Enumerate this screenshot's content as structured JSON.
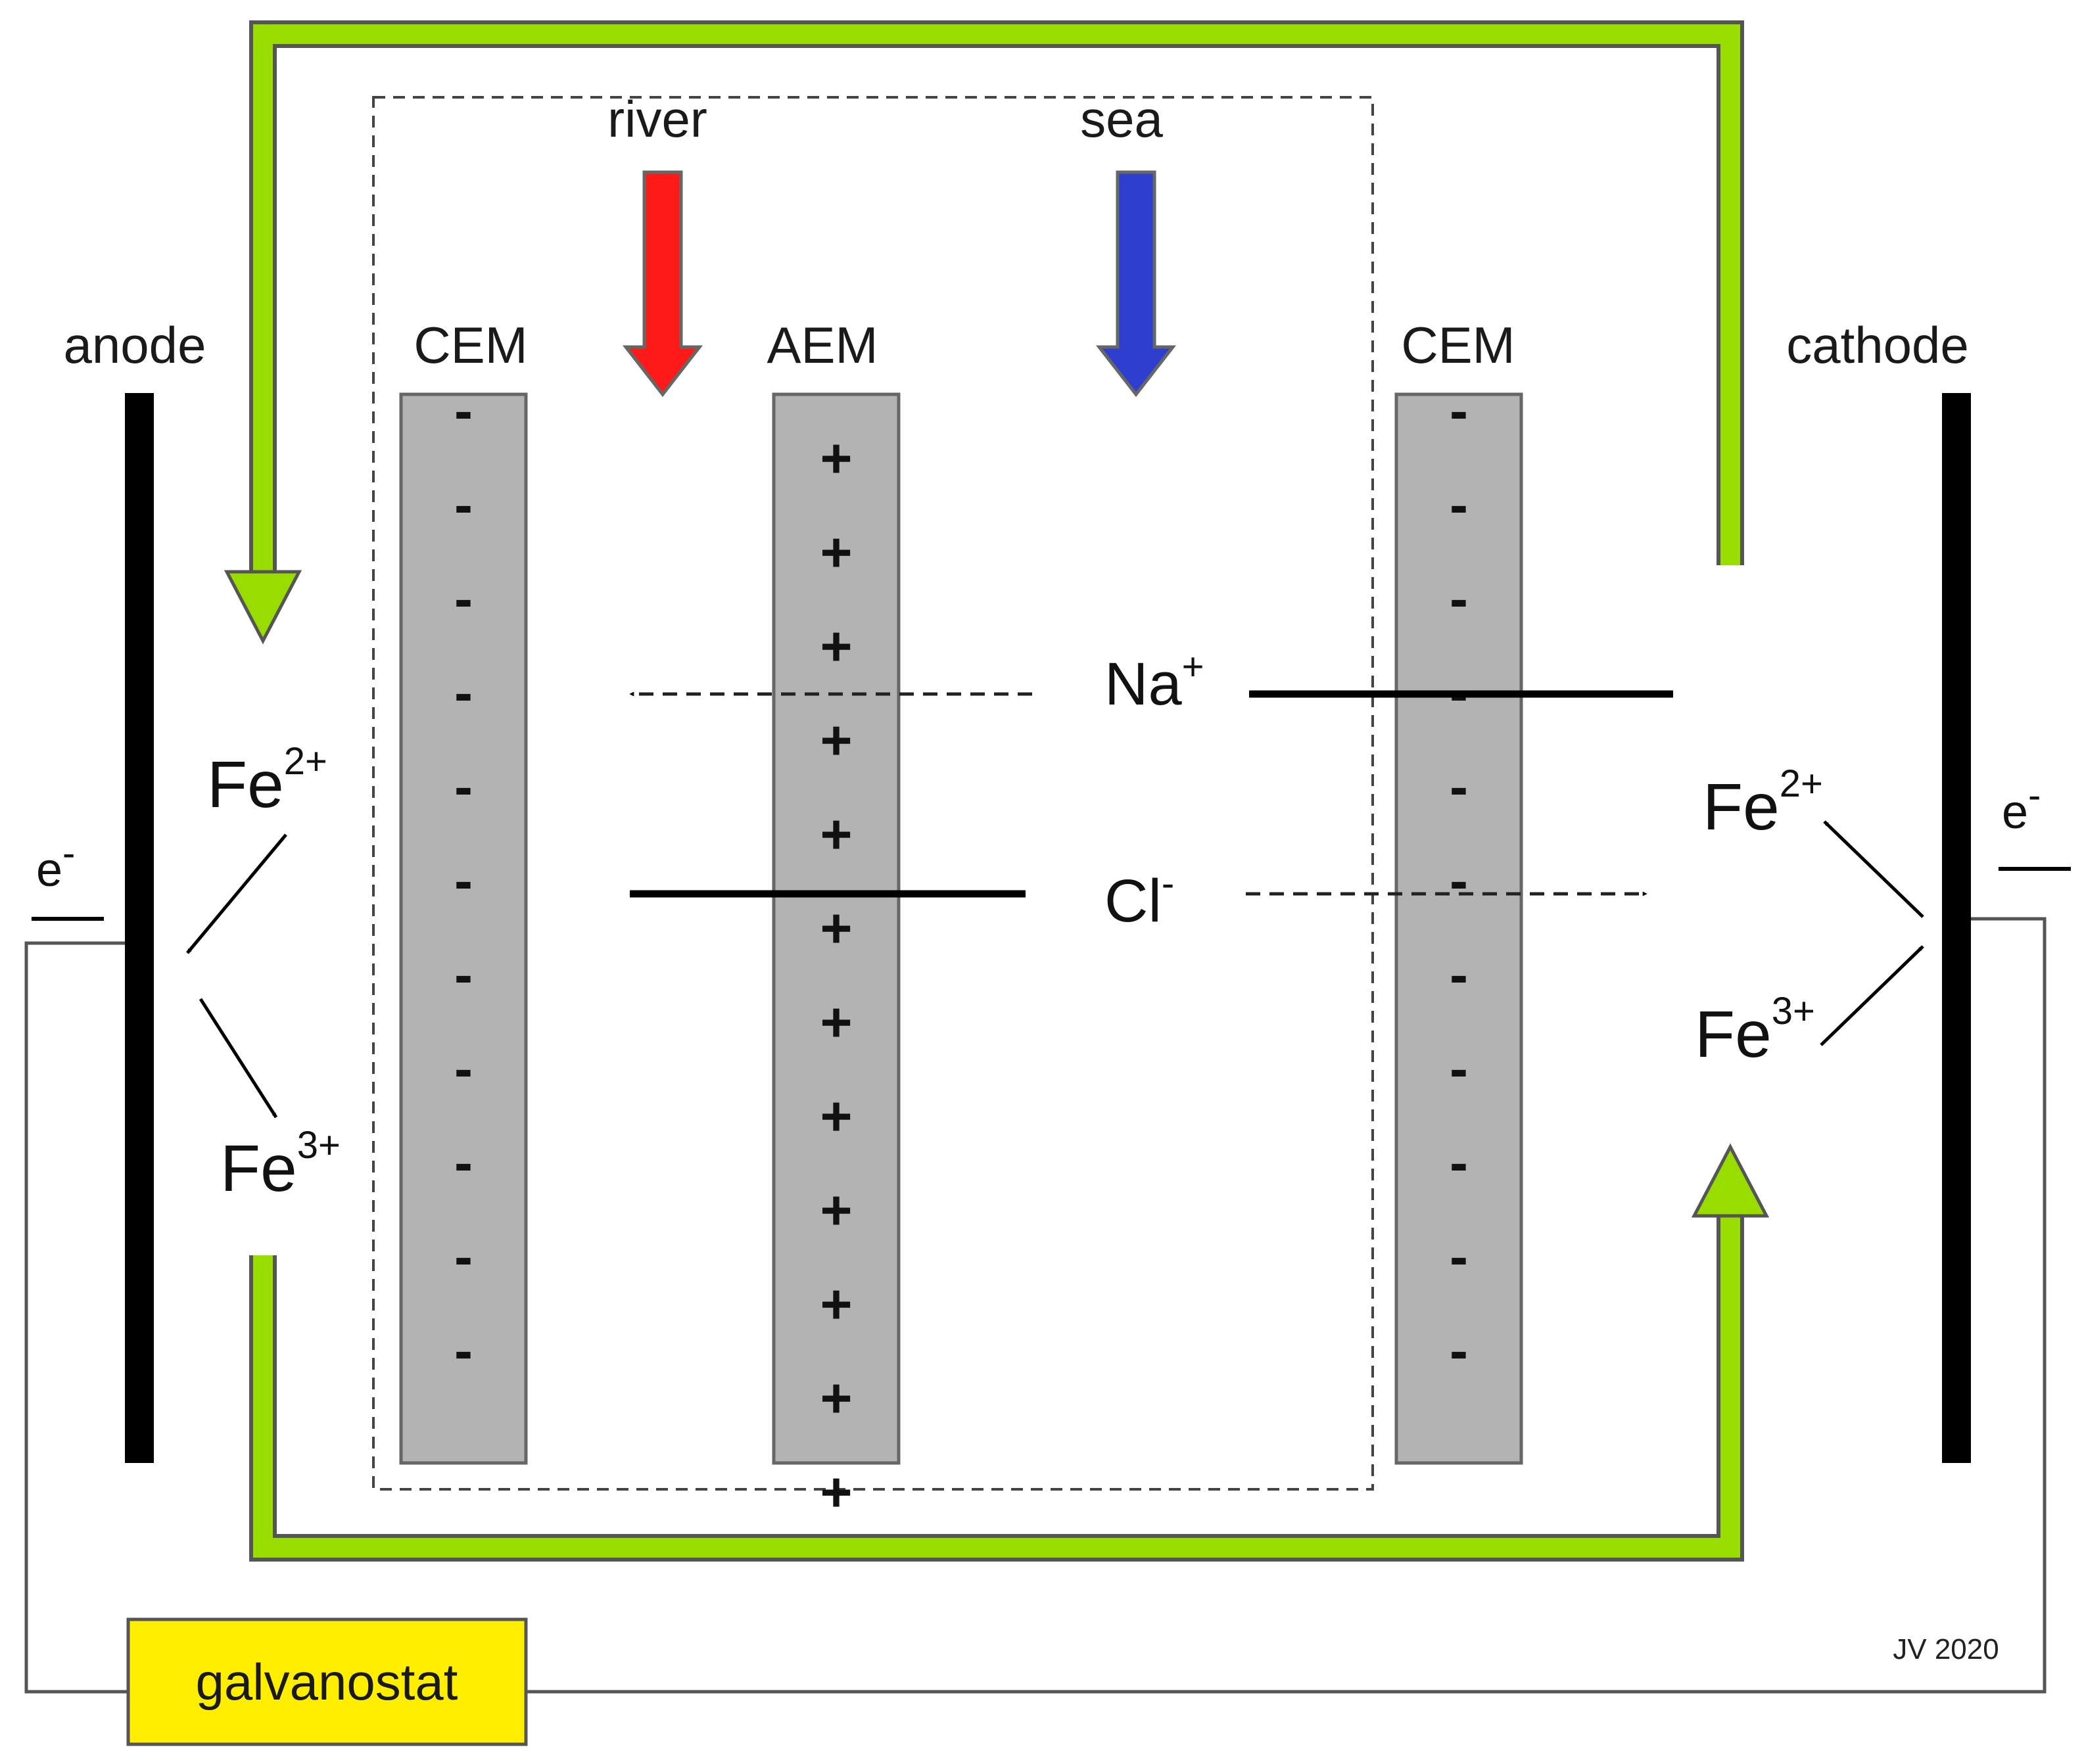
{
  "labels": {
    "anode": "anode",
    "cathode": "cathode",
    "cem_left": "CEM",
    "aem": "AEM",
    "cem_right": "CEM",
    "river": "river",
    "sea": "sea",
    "galvanostat": "galvanostat",
    "credit": "JV 2020"
  },
  "ions": {
    "na": {
      "base": "Na",
      "charge": "+"
    },
    "cl": {
      "base": "Cl",
      "charge": "-"
    },
    "anode_fe2": {
      "base": "Fe",
      "charge": "2+"
    },
    "anode_fe3": {
      "base": "Fe",
      "charge": "3+"
    },
    "cathode_fe2": {
      "base": "Fe",
      "charge": "2+"
    },
    "cathode_fe3": {
      "base": "Fe",
      "charge": "3+"
    },
    "electron_left": {
      "base": "e",
      "charge": "-"
    },
    "electron_right": {
      "base": "e",
      "charge": "-"
    }
  },
  "membranes": {
    "cem_left": {
      "symbols": [
        "-",
        "-",
        "-",
        "-",
        "-",
        "-",
        "-",
        "-",
        "-",
        "-",
        "-"
      ]
    },
    "aem": {
      "symbols": [
        "+",
        "+",
        "+",
        "+",
        "+",
        "+",
        "+",
        "+",
        "+",
        "+",
        "+",
        "+"
      ]
    },
    "cem_right": {
      "symbols": [
        "-",
        "-",
        "-",
        "-",
        "-",
        "-",
        "-",
        "-",
        "-",
        "-",
        "-"
      ]
    }
  },
  "colors": {
    "membrane_fill": "#b3b3b3",
    "membrane_stroke": "#666666",
    "electrode": "#000000",
    "loop_green": "#99dd00",
    "river_arrow": "#ff1a1a",
    "sea_arrow": "#2e3fcf",
    "galvanostat_fill": "#ffee00",
    "wire": "#555555"
  }
}
